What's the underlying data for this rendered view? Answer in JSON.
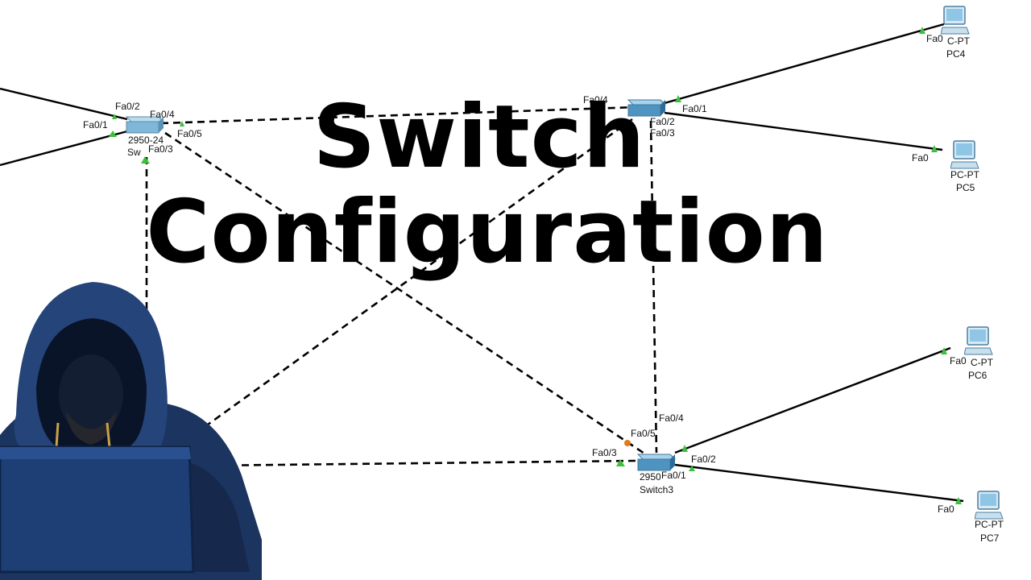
{
  "title": {
    "line1": "Switch",
    "line2": "Configuration"
  },
  "colors": {
    "cable": "#000000",
    "link_up": "#3cbf3c",
    "link_pending": "#e07a1f",
    "switch_body": "#5aa0c8",
    "pc_screen": "#8fc6e6",
    "hacker_hoodie": "#1c3560"
  },
  "devices": {
    "switch_left": {
      "name": "Sw",
      "model": "2950-24",
      "ports": {
        "p1": "Fa0/1",
        "p2": "Fa0/2",
        "p3": "Fa0/3",
        "p4": "Fa0/4",
        "p5": "Fa0/5"
      }
    },
    "switch_right": {
      "ports": {
        "p1": "Fa0/1",
        "p2": "Fa0/2",
        "p3": "Fa0/3",
        "p4": "Fa0/4"
      },
      "partial": "Fa"
    },
    "switch3": {
      "name": "Switch3",
      "model": "2950",
      "ports": {
        "p1": "Fa0/1",
        "p2": "Fa0/2",
        "p3": "Fa0/3",
        "p4": "Fa0/4",
        "p5": "Fa0/5"
      }
    },
    "pc4": {
      "type": "C-PT",
      "name": "PC4",
      "port": "Fa0"
    },
    "pc5": {
      "type": "PC-PT",
      "name": "PC5",
      "port": "Fa0"
    },
    "pc6": {
      "type": "C-PT",
      "name": "PC6",
      "port": "Fa0"
    },
    "pc7": {
      "type": "PC-PT",
      "name": "PC7",
      "port": "Fa0"
    }
  },
  "icons": {
    "switch": "network-switch-icon",
    "pc": "desktop-pc-icon",
    "person": "hooded-hacker-figure"
  }
}
